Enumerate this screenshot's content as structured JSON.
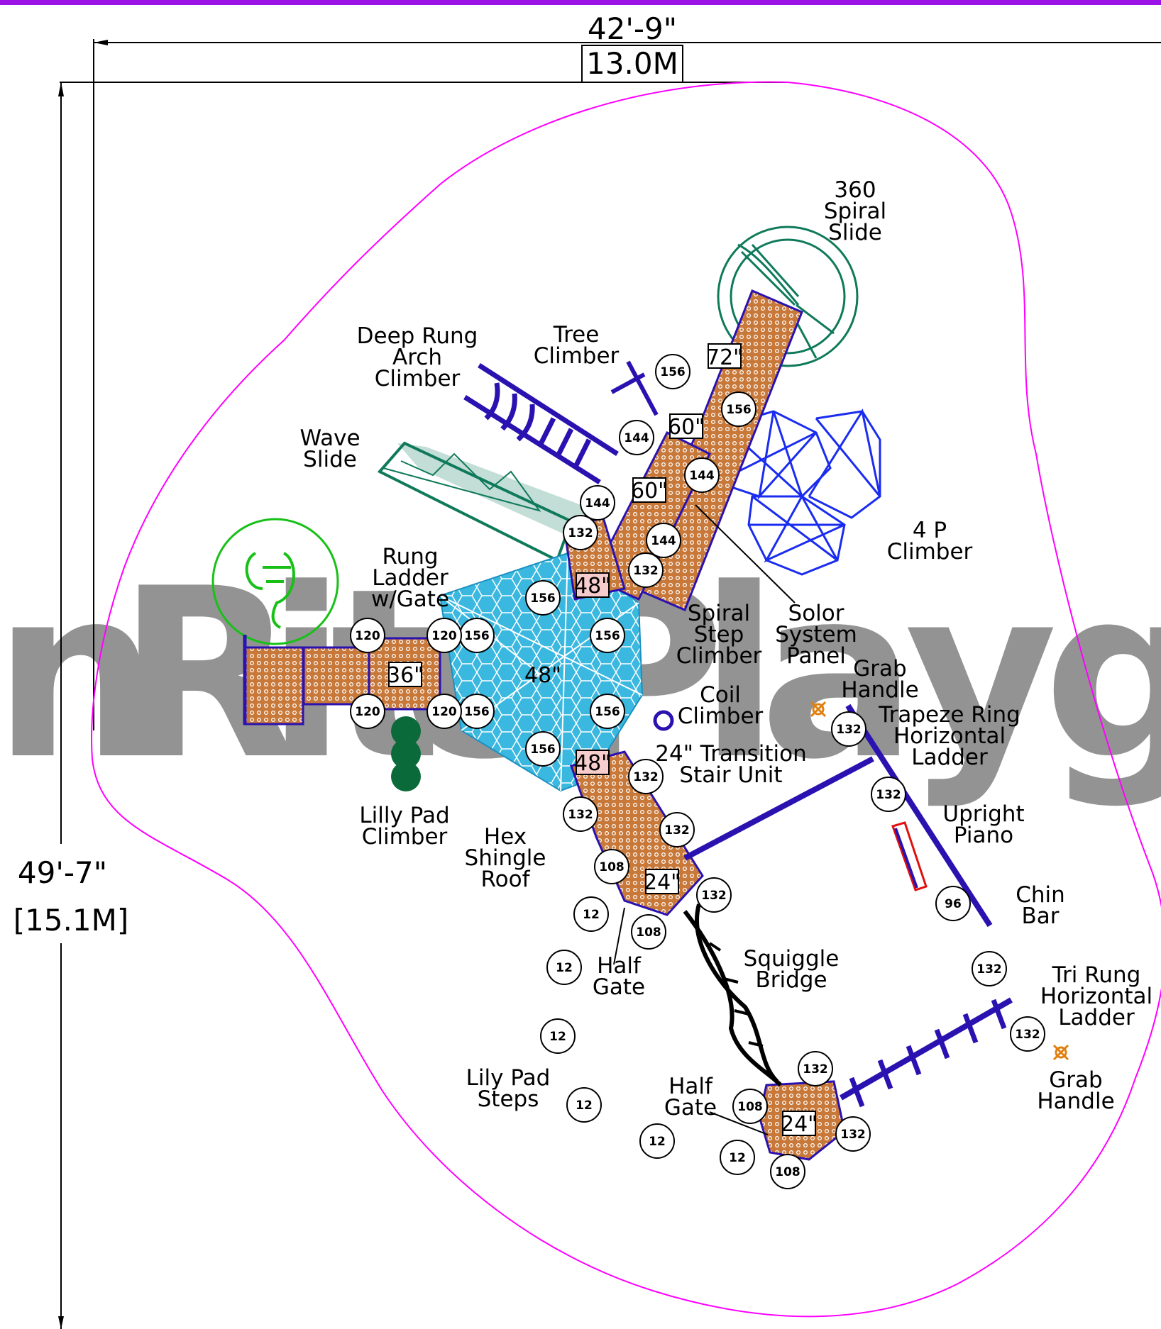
{
  "dimensions": {
    "width_ft": "42'-9\"",
    "width_m": "13.0M",
    "height_ft": "49'-7\"",
    "height_m": "[15.1M]"
  },
  "watermark": "nRite Playg",
  "labels": {
    "spiral_slide": [
      "360",
      "Spiral",
      "Slide"
    ],
    "deep_rung": [
      "Deep Rung",
      "Arch",
      "Climber"
    ],
    "tree_climber": [
      "Tree",
      "Climber"
    ],
    "wave_slide": [
      "Wave",
      "Slide"
    ],
    "rung_ladder": [
      "Rung",
      "Ladder",
      "w/Gate"
    ],
    "four_p": [
      "4 P",
      "Climber"
    ],
    "spiral_step": [
      "Spiral",
      "Step",
      "Climber"
    ],
    "solor": [
      "Solor",
      "System",
      "Panel"
    ],
    "grab_handle_top": [
      "Grab",
      "Handle"
    ],
    "trapeze": [
      "Trapeze Ring",
      "Horizontal",
      "Ladder"
    ],
    "coil": [
      "Coil",
      "Climber"
    ],
    "transition": [
      "24\" Transition",
      "Stair Unit"
    ],
    "lilly_pad_climber": [
      "Lilly Pad",
      "Climber"
    ],
    "hex_roof": [
      "Hex",
      "Shingle",
      "Roof"
    ],
    "upright_piano": [
      "Upright",
      "Piano"
    ],
    "chin_bar": [
      "Chin",
      "Bar"
    ],
    "half_gate_1": [
      "Half",
      "Gate"
    ],
    "squiggle": [
      "Squiggle",
      "Bridge"
    ],
    "tri_rung": [
      "Tri Rung",
      "Horizontal",
      "Ladder"
    ],
    "lily_pad_steps": [
      "Lily Pad",
      "Steps"
    ],
    "half_gate_2": [
      "Half",
      "Gate"
    ],
    "grab_handle_bottom": [
      "Grab",
      "Handle"
    ]
  },
  "deck_heights": {
    "d72": "72\"",
    "d60a": "60\"",
    "d60b": "60\"",
    "d48a": "48\"",
    "d48b": "48\"",
    "d48c": "48\"",
    "d36": "36\"",
    "d24a": "24\"",
    "d24b": "24\""
  },
  "posts": {
    "p156_a": "156",
    "p156_b": "156",
    "p144_a": "144",
    "p144_b": "144",
    "p144_c": "144",
    "p144_d": "144",
    "p132_a": "132",
    "p132_b": "132",
    "p156_c": "156",
    "p156_d": "156",
    "p156_e": "156",
    "p156_f": "156",
    "p156_g": "156",
    "p156_h": "156",
    "p120_a": "120",
    "p120_b": "120",
    "p120_c": "120",
    "p120_d": "120",
    "p132_c": "132",
    "p132_d": "132",
    "p132_e": "132",
    "p108_a": "108",
    "p132_f": "132",
    "p108_b": "108",
    "p132_g": "132",
    "p132_h": "132",
    "p96": "96",
    "p132_i": "132",
    "p132_j": "132",
    "p132_k": "132",
    "p108_c": "108",
    "p132_l": "132",
    "p108_d": "108",
    "p12_a": "12",
    "p12_b": "12",
    "p12_c": "12",
    "p12_d": "12",
    "p12_e": "12",
    "p12_f": "12"
  },
  "colors": {
    "purple_bar": "#9b12e6",
    "boundary": "#ff00ff",
    "deck": "#c8793a",
    "steel": "#2a12b0",
    "slide_green": "#0f7a5a",
    "hex_cyan": "#3ab8e0",
    "climber_blue": "#1a2cf0",
    "logo_green": "#18c018",
    "bridge": "#000000"
  }
}
